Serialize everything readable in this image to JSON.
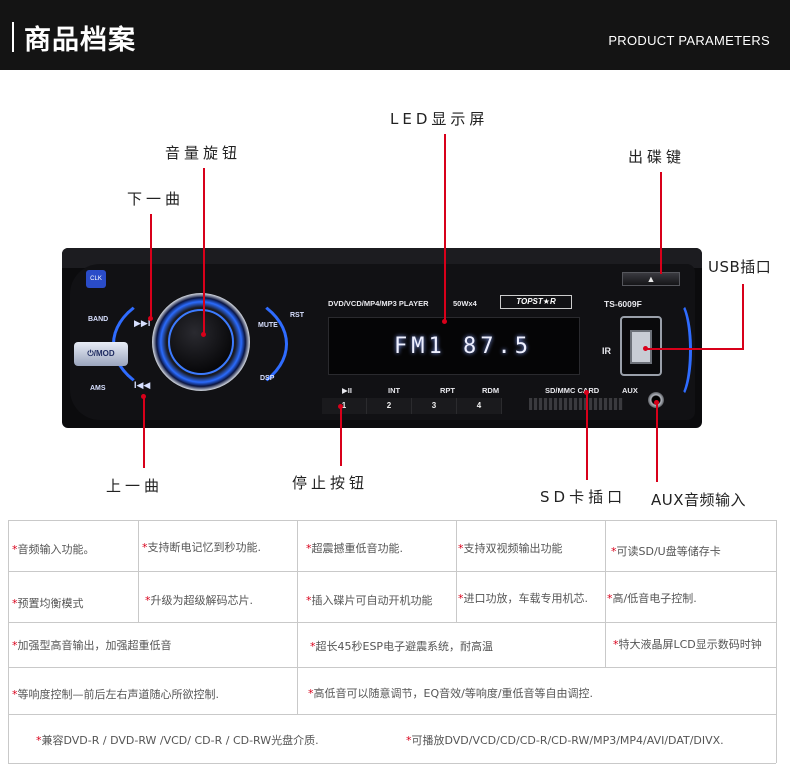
{
  "header": {
    "title": "商品档案",
    "subtitle": "PRODUCT PARAMETERS"
  },
  "callouts": {
    "led_screen": "LED显示屏",
    "volume_knob": "音量旋钮",
    "next_track": "下一曲",
    "eject_key": "出碟键",
    "usb_port": "USB插口",
    "prev_track": "上一曲",
    "stop_button": "停止按钮",
    "sd_slot": "SD卡插口",
    "aux_input": "AUX音频输入"
  },
  "device": {
    "clk": "CLK",
    "band": "BAND",
    "mod": "⏻/MOD",
    "ams": "AMS",
    "mute": "MUTE",
    "dsp": "DSP",
    "rst": "RST",
    "model_line": "DVD/VCD/MP4/MP3 PLAYER",
    "power": "50Wx4",
    "brand": "TOPST★R",
    "model": "TS-6009F",
    "lcd": "FM1 87.5",
    "btn_labels": [
      "▶II",
      "INT",
      "RPT",
      "RDM"
    ],
    "btn_numbers": [
      "1",
      "2",
      "3",
      "4"
    ],
    "sd_label": "SD/MMC CARD",
    "aux_label": "AUX",
    "ir_label": "IR",
    "eject_symbol": "▲"
  },
  "features": {
    "r1": [
      "音频输入功能。",
      "支持断电记忆到秒功能.",
      "超震撼重低音功能.",
      "支持双视频输出功能",
      "可读SD/U盘等储存卡"
    ],
    "r2": [
      "预置均衡模式",
      "升级为超级解码芯片.",
      "插入碟片可自动开机功能",
      "进口功放，车载专用机芯.",
      "高/低音电子控制."
    ],
    "r3": [
      "加强型高音输出，加强超重低音",
      "超长45秒ESP电子避震系统，耐高温",
      "特大液晶屏LCD显示数码时钟"
    ],
    "r4": [
      "等响度控制—前后左右声道随心所欲控制.",
      "高低音可以随意调节，EQ音效/等响度/重低音等自由调控."
    ],
    "r5": [
      "兼容DVD-R / DVD-RW /VCD/ CD-R / CD-RW光盘介质.",
      "可播放DVD/VCD/CD/CD-R/CD-RW/MP3/MP4/AVI/DAT/DIVX."
    ]
  },
  "colors": {
    "accent": "#d8001a",
    "header_bg": "#141414",
    "glow": "#2b6cff"
  }
}
